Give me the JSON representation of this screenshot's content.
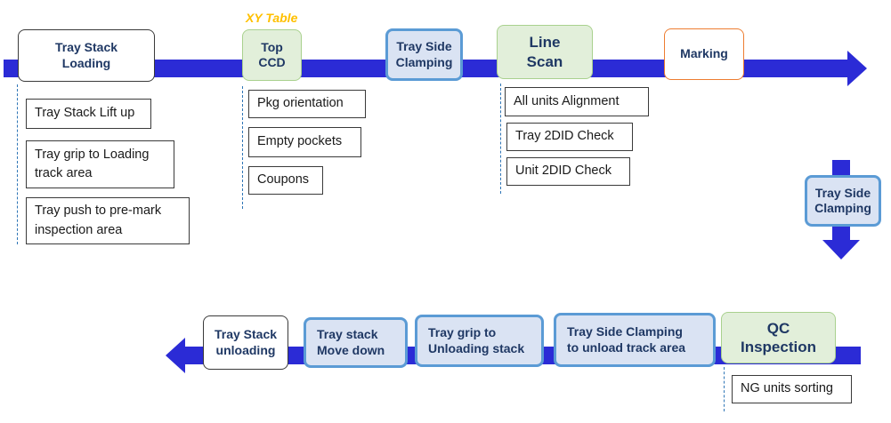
{
  "xy_table_label": "XY Table",
  "top_row": {
    "stages": {
      "tray_stack_loading": "Tray Stack\nLoading",
      "top_ccd": "Top\nCCD",
      "tray_side_clamping": "Tray Side\nClamping",
      "line_scan": "Line\nScan",
      "marking": "Marking"
    },
    "details": {
      "loading": [
        "Tray Stack Lift up",
        "Tray grip to Loading\ntrack area",
        "Tray push to pre-mark\ninspection area"
      ],
      "top_ccd": [
        "Pkg orientation",
        "Empty pockets",
        "Coupons"
      ],
      "line_scan": [
        "All units Alignment",
        "Tray 2DID Check",
        "Unit 2DID Check"
      ]
    }
  },
  "right_transfer": {
    "stage": "Tray Side\nClamping"
  },
  "bottom_row": {
    "stages": {
      "qc_inspection": "QC\nInspection",
      "tray_side_clamping_unload": "Tray Side Clamping\nto unload  track area",
      "tray_grip_unloading": "Tray grip to\nUnloading stack",
      "tray_stack_move_down": "Tray stack\nMove down",
      "tray_stack_unloading": "Tray Stack\nunloading"
    },
    "details": {
      "qc": [
        "NG units sorting"
      ]
    }
  },
  "colors": {
    "arrow": "#2b2bd6",
    "stage_text": "#1f3864",
    "green_fill": "#e2efda",
    "green_border": "#a9d18e",
    "blue_fill": "#dae3f3",
    "blue_border": "#5b9bd5",
    "orange_border": "#ed7d31",
    "xy_label": "#ffc000",
    "dashed_line": "#2e75b6"
  }
}
